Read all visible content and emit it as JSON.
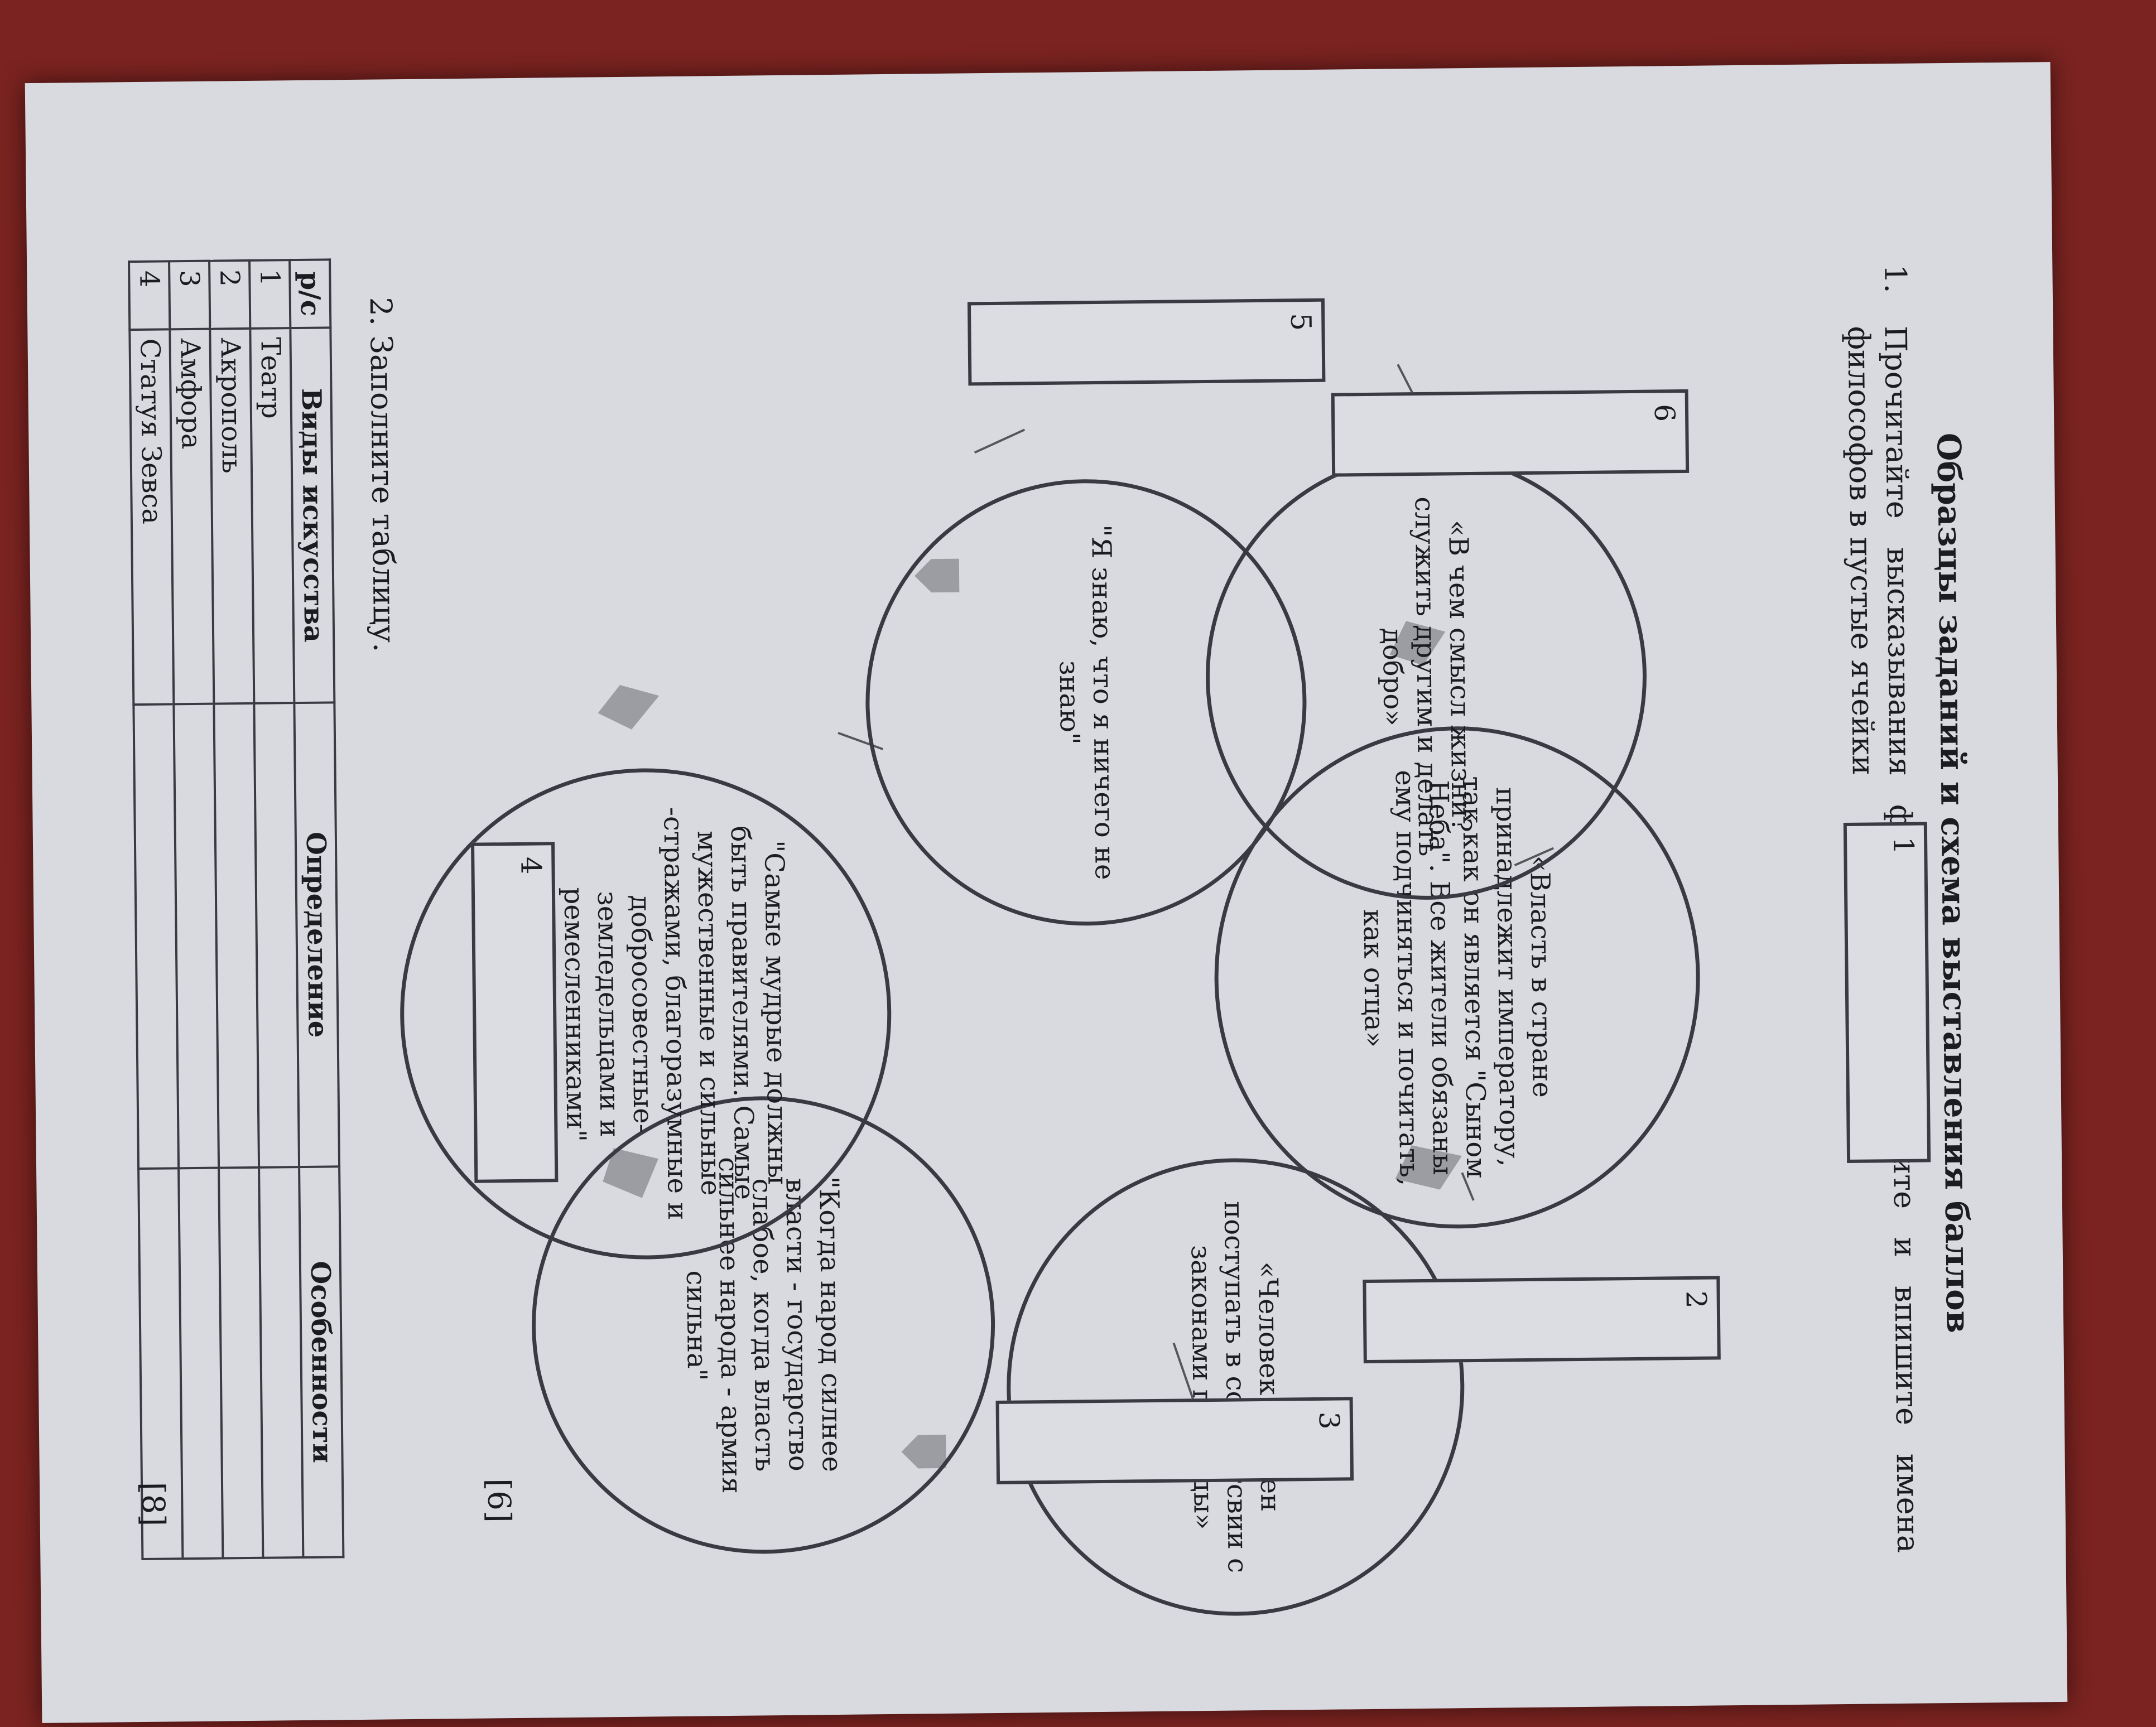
{
  "title": "Образцы заданий и схема выставления баллов",
  "task1": {
    "number": "1.",
    "text": "Прочитайте высказывания философов. Определите и впишите имена философов в пустые ячейки",
    "score": "[6]"
  },
  "diagram": {
    "circles": [
      "«Власть в стране принадлежит императору, так как он является \"Сыном Неба\". Все жители обязаны ему подчиняться и почитать, как отца»",
      "«Человек должен поступать в соответсвии с законами природы»",
      "\"Когда народ силнее власти - государство слабое, когда власть сильнее народа - армия сильна\"",
      "\"Самые мудрые должны быть правителями. Самые мужественные и сильные -стражами, благоразумные и добросовестные- земледельцами и ремесленниками\"",
      "\"Я знаю, что я ничего не знаю\"",
      "«В чем смысл жизни? служить другим и делать добро»"
    ],
    "boxes": [
      "1",
      "2",
      "3",
      "4",
      "5",
      "6"
    ]
  },
  "task2": {
    "text": "2. Заполните таблицу.",
    "columns": [
      "р/с",
      "Виды искусства",
      "Определение",
      "Особенности"
    ],
    "rows": [
      {
        "n": "1",
        "type": "Театр"
      },
      {
        "n": "2",
        "type": "Акрополь"
      },
      {
        "n": "3",
        "type": "Амфора"
      },
      {
        "n": "4",
        "type": "Статуя Зевса"
      }
    ],
    "score": "[8]"
  }
}
